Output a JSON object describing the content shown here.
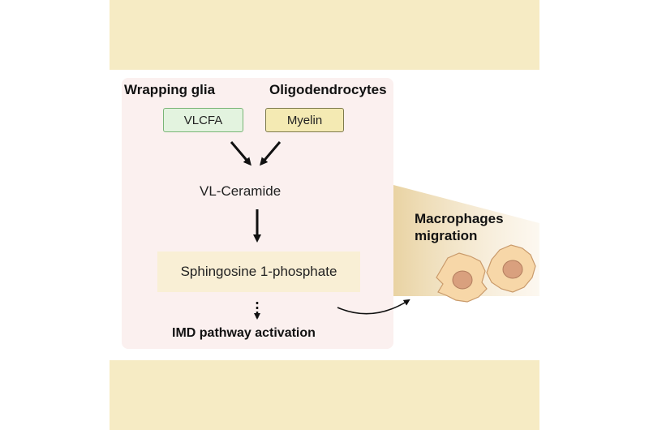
{
  "diagram": {
    "sources": [
      {
        "header": "Wrapping glia",
        "molecule": "VLCFA"
      },
      {
        "header": "Oligodendrocytes",
        "molecule": "Myelin"
      }
    ],
    "intermediate": "VL-Ceramide",
    "product": "Sphingosine 1-phosphate",
    "outcome": "IMD pathway activation",
    "effect": {
      "title_line1": "Macrophages",
      "title_line2": "migration"
    }
  },
  "colors": {
    "band": "#f6ebc4",
    "panel": "#fbf0ef",
    "vlcfa_fill": "#e3f3df",
    "vlcfa_border": "#79b576",
    "myelin_fill": "#f4eab3",
    "myelin_border": "#7d7a4c",
    "product_fill": "#f9efd5",
    "macrophage": "#f7d7a8",
    "macrophage_nucleus": "#d9a07e"
  }
}
